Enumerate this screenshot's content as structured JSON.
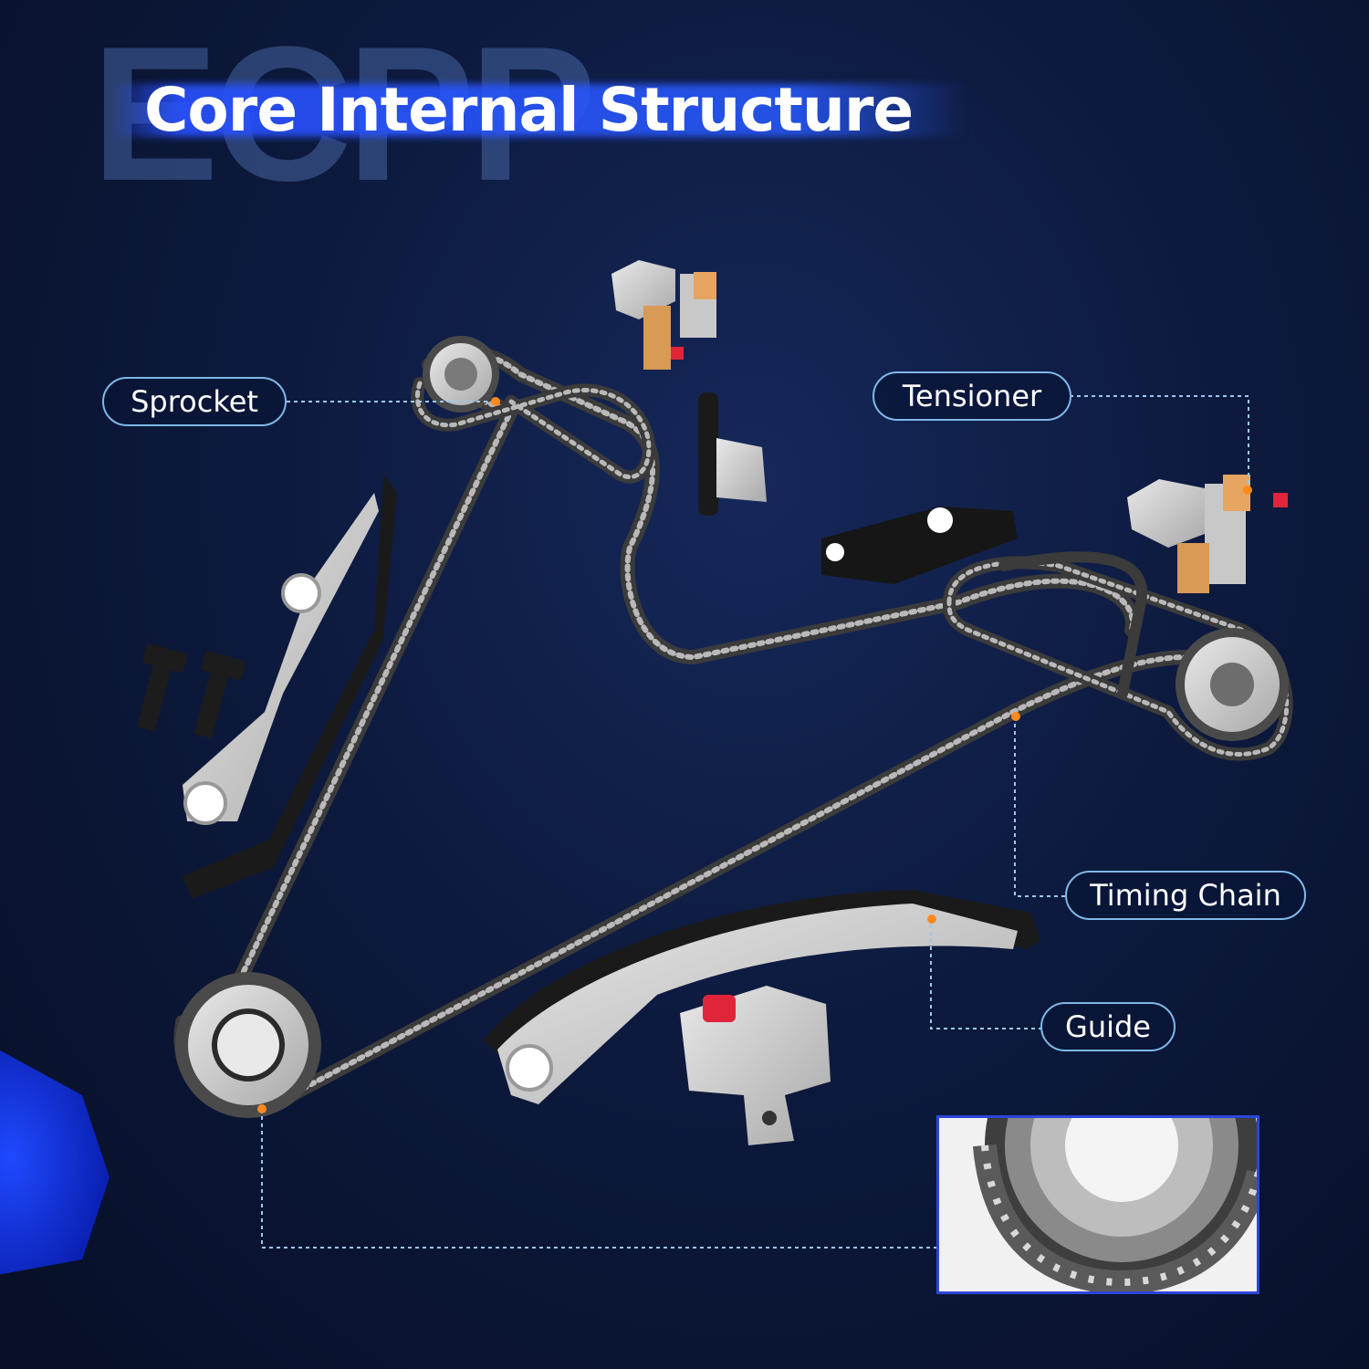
{
  "watermark": "ECPP",
  "title": "Core Internal Structure",
  "labels": {
    "sprocket": "Sprocket",
    "tensioner": "Tensioner",
    "timing_chain": "Timing Chain",
    "guide": "Guide"
  },
  "colors": {
    "accent_blue": "#2b46d8",
    "label_border": "#7fb8e8",
    "marker_orange": "#ff8a1f",
    "background": "#0d1a3e"
  },
  "icons": [
    "sprocket-icon",
    "tensioner-icon",
    "guide-icon",
    "timing-chain-icon",
    "bolt-icon"
  ]
}
